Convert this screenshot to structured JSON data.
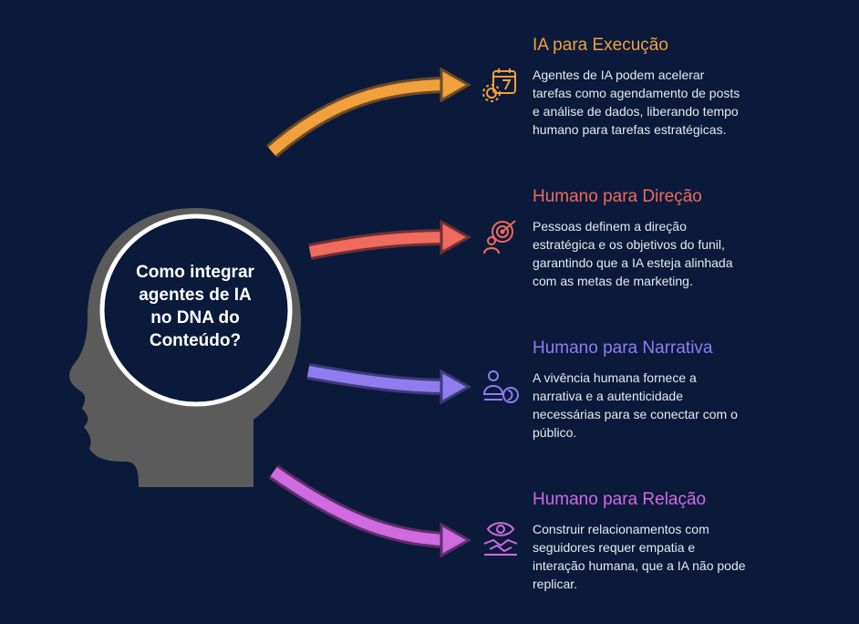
{
  "center": {
    "lines": [
      "Como integrar",
      "agentes de IA",
      "no DNA do",
      "Conteúdo?"
    ]
  },
  "items": [
    {
      "title": "IA para Execução",
      "color": "#f0a03c",
      "icon": "calendar-gear-icon",
      "lines": [
        "Agentes de IA podem acelerar",
        "tarefas como agendamento de posts",
        "e análise de dados, liberando tempo",
        "humano para tarefas estratégicas."
      ]
    },
    {
      "title": "Humano para Direção",
      "color": "#f06a5e",
      "icon": "target-person-icon",
      "lines": [
        "Pessoas definem a direção",
        "estratégica e os objetivos do funil,",
        "garantindo que a IA esteja alinhada",
        "com as metas de marketing."
      ]
    },
    {
      "title": "Humano para Narrativa",
      "color": "#8f7df0",
      "icon": "storyteller-icon",
      "lines": [
        "A vivência humana fornece a",
        "narrativa e a autenticidade",
        "necessárias para se conectar com o",
        "público."
      ]
    },
    {
      "title": "Humano para Relação",
      "color": "#d06ae0",
      "icon": "eye-handshake-icon",
      "lines": [
        "Construir relacionamentos com",
        "seguidores requer empatia e",
        "interação humana, que a IA não pode",
        "replicar."
      ]
    }
  ],
  "head_color": "#5b5b5b"
}
